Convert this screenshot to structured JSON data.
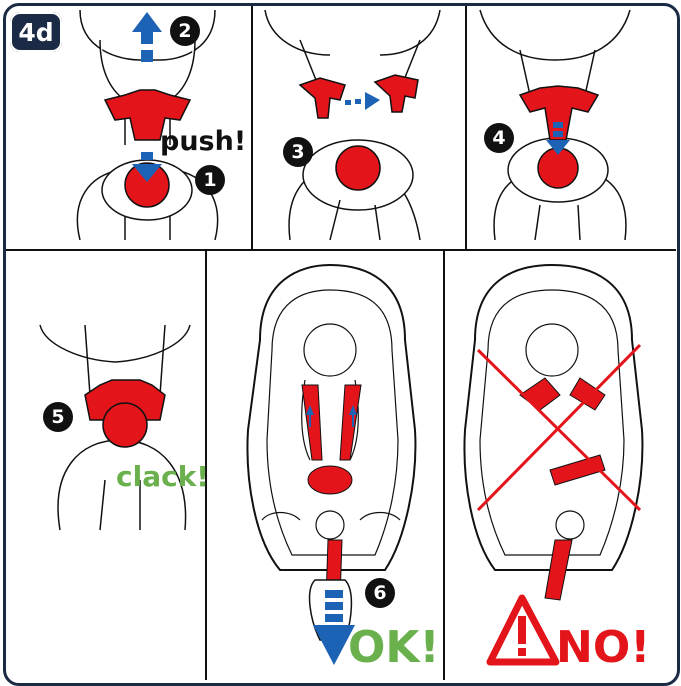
{
  "section_label": "4d",
  "steps": [
    "1",
    "2",
    "3",
    "4",
    "5",
    "6"
  ],
  "callouts": {
    "push": "push!",
    "clack": "clack!",
    "ok": "OK!",
    "no": "NO!"
  },
  "colors": {
    "frame": "#1c2b45",
    "buckle_red": "#e3151b",
    "arrow_blue": "#1c62b5",
    "ok_green": "#6ab04c",
    "no_red": "#e3151b"
  },
  "icons": [
    "arrow-up-icon",
    "arrow-down-icon",
    "arrow-right-icon",
    "warning-triangle-icon",
    "cross-icon"
  ]
}
